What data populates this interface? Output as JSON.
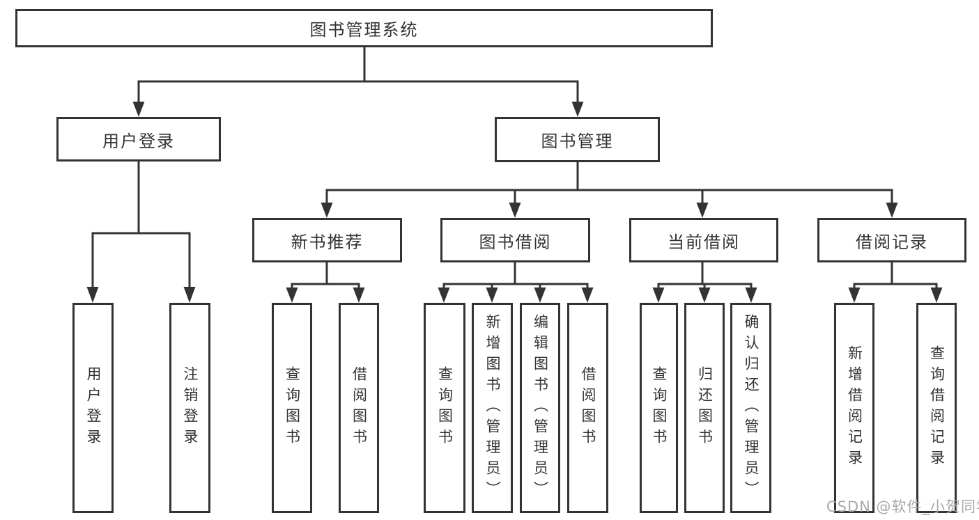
{
  "diagram": {
    "root": {
      "label": "图书管理系统"
    },
    "branches": [
      {
        "label": "用户登录",
        "children": [
          {
            "label": "用户登录"
          },
          {
            "label": "注销登录"
          }
        ]
      },
      {
        "label": "图书管理",
        "children": [
          {
            "label": "新书推荐",
            "children": [
              {
                "label": "查询图书"
              },
              {
                "label": "借阅图书"
              }
            ]
          },
          {
            "label": "图书借阅",
            "children": [
              {
                "label": "查询图书"
              },
              {
                "label": "新增图书（管理员）"
              },
              {
                "label": "编辑图书（管理员）"
              },
              {
                "label": "借阅图书"
              }
            ]
          },
          {
            "label": "当前借阅",
            "children": [
              {
                "label": "查询图书"
              },
              {
                "label": "归还图书"
              },
              {
                "label": "确认归还（管理员）"
              }
            ]
          },
          {
            "label": "借阅记录",
            "children": [
              {
                "label": "新增借阅记录"
              },
              {
                "label": "查询借阅记录"
              }
            ]
          }
        ]
      }
    ]
  },
  "watermark": {
    "text": "CSDN @软件_小贺同学"
  },
  "colors": {
    "line": "#333333",
    "text": "#333333",
    "box_background": "#ffffff",
    "page_background": "#ffffff",
    "watermark": "#a9a9a9"
  }
}
